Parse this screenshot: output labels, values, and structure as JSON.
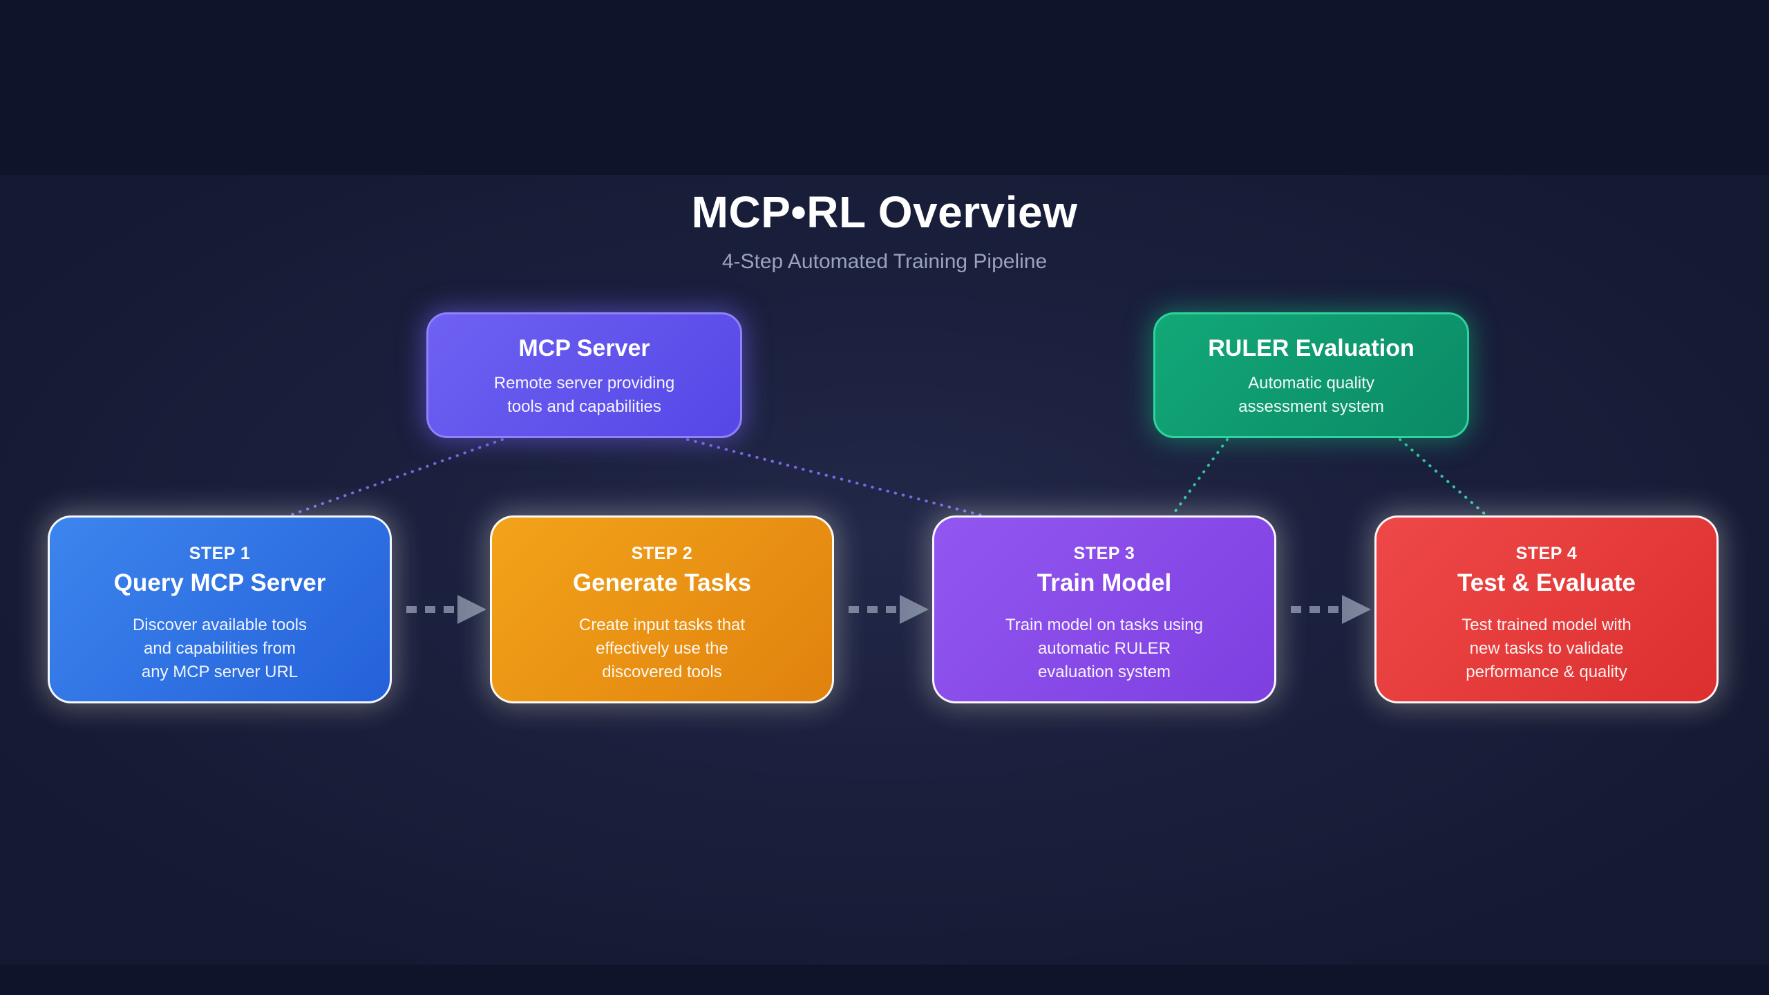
{
  "header": {
    "title": "MCP•RL Overview",
    "subtitle": "4-Step Automated Training Pipeline"
  },
  "resources": [
    {
      "title": "MCP Server",
      "description": "Remote server providing\ntools and capabilities",
      "color": "#5d4fe8",
      "border_color": "#8f83f7"
    },
    {
      "title": "RULER Evaluation",
      "description": "Automatic quality\nassessment system",
      "color": "#0f9a70",
      "border_color": "#2fd39c"
    }
  ],
  "steps": [
    {
      "label": "STEP 1",
      "title": "Query MCP Server",
      "description": "Discover available tools\nand capabilities from\nany MCP server URL",
      "color": "#2e6fe0"
    },
    {
      "label": "STEP 2",
      "title": "Generate Tasks",
      "description": "Create input tasks that\neffectively use the\ndiscovered tools",
      "color": "#ea9214"
    },
    {
      "label": "STEP 3",
      "title": "Train Model",
      "description": "Train model on tasks using\nautomatic RULER\nevaluation system",
      "color": "#874be8"
    },
    {
      "label": "STEP 4",
      "title": "Test & Evaluate",
      "description": "Test trained model with\nnew tasks to validate\nperformance & quality",
      "color": "#e63b3b"
    }
  ],
  "connectors": {
    "mcp_line_color": "#7d6cf0",
    "ruler_line_color": "#2fd39c",
    "flow_arrow_color": "#8792a8"
  }
}
